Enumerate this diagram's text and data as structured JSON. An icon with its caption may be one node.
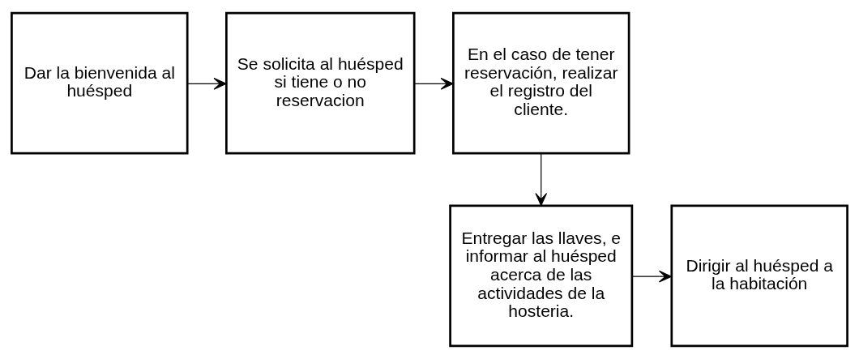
{
  "diagram": {
    "nodes": [
      {
        "text": [
          "Dar la bienvenida al huésped"
        ]
      },
      {
        "text": [
          "Se solicita al huésped si tiene o no reservacion"
        ]
      },
      {
        "text": [
          "En el caso de tener reservación, realizar el registro del cliente."
        ]
      },
      {
        "text": [
          "Entregar las llaves, e informar al huésped acerca de las actividades de la hosteria."
        ]
      },
      {
        "text": [
          "Dirigir al huésped a la habitación"
        ]
      }
    ],
    "edges": [
      {
        "from": 0,
        "to": 1,
        "arrow": "to"
      },
      {
        "from": 1,
        "to": 2,
        "arrow": "to"
      },
      {
        "from": 2,
        "to": 3,
        "arrow": "to"
      },
      {
        "from": 3,
        "to": 4,
        "arrow": "to"
      }
    ]
  }
}
